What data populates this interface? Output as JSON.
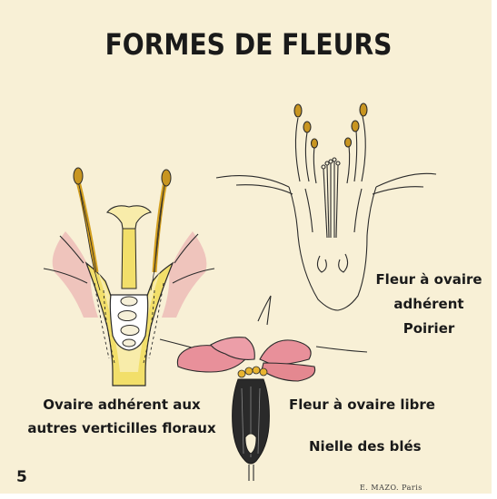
{
  "plate": {
    "title": "FORMES DE FLEURS",
    "number": "5",
    "signature": "E. MAZO. Paris"
  },
  "labels": {
    "poirier_line1": "Fleur à ovaire",
    "poirier_line2": "adhérent",
    "poirier_line3": "Poirier",
    "adherent_line1": "Ovaire adhérent aux",
    "adherent_line2": "autres verticilles floraux",
    "libre_line1": "Fleur à ovaire libre",
    "libre_line2": "Nielle des blés"
  },
  "colors": {
    "paper": "#f8f0d6",
    "ink": "#1a1a1a",
    "anther": "#c89520",
    "yellow_tissue": "#f2df6a",
    "pink_petal": "#e8909a",
    "dark_ovary": "#2a2a2a"
  }
}
